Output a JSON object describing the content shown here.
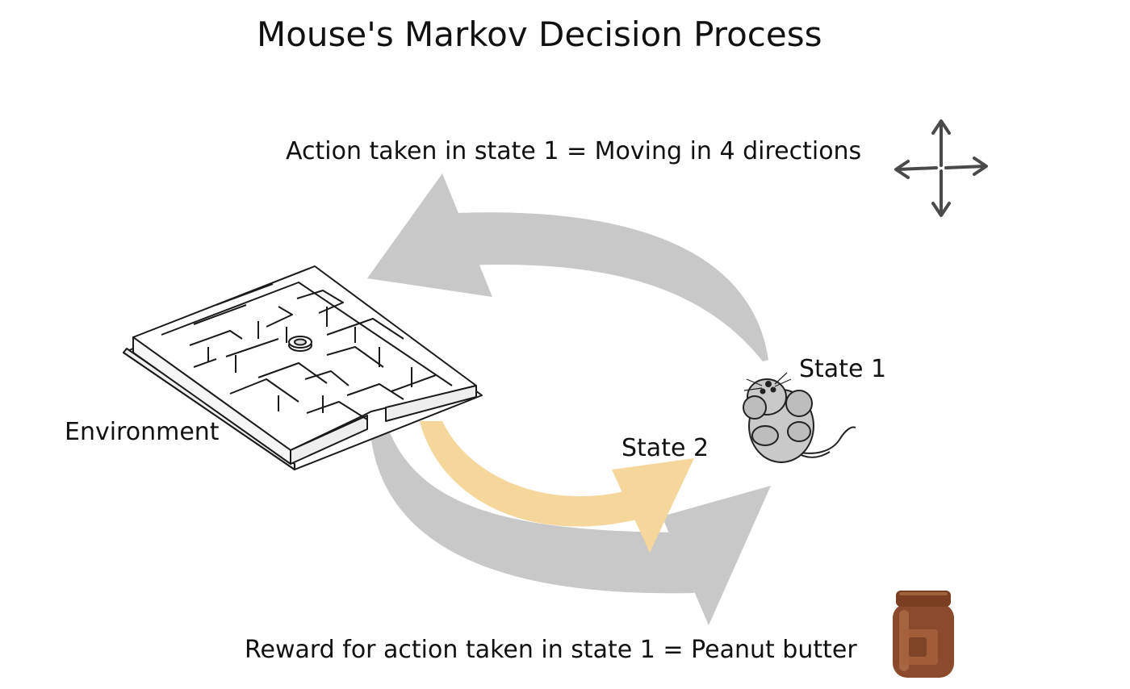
{
  "diagram": {
    "title": "Mouse's Markov Decision Process",
    "action_label": "Action taken in state 1 = Moving in 4 directions",
    "reward_label": "Reward for action taken in state 1 = Peanut butter",
    "environment_label": "Environment",
    "state1_label": "State 1",
    "state2_label": "State 2"
  },
  "colors": {
    "cycle_arrow": "#c8c8c8",
    "state_transition_arrow": "#f5d79c",
    "direction_arrows": "#4a4a4a",
    "jar_body": "#8b4a2b",
    "jar_lid": "#7a3f20",
    "mouse_body": "#c9c9c9"
  },
  "icons": [
    "maze-environment",
    "mouse-icon",
    "four-direction-arrows-icon",
    "peanut-butter-jar-icon"
  ]
}
